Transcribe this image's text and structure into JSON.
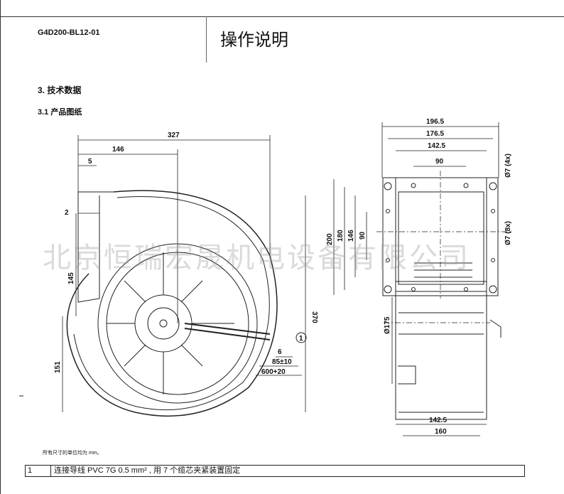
{
  "header": {
    "model": "G4D200-BL12-01",
    "title": "操作说明"
  },
  "sections": {
    "s3": "3. 技术数据",
    "s31": "3.1 产品图纸"
  },
  "drawing_left": {
    "d327": "327",
    "d146": "146",
    "d5": "5",
    "d2": "2",
    "d145": "145",
    "d151": "151",
    "d370": "370",
    "d6": "6",
    "d85": "85±10",
    "d600": "600+20",
    "callout": "1"
  },
  "drawing_right": {
    "d196_5": "196.5",
    "d176_5": "176.5",
    "d142_5_top": "142.5",
    "d90_top": "90",
    "d200": "200",
    "d180": "180",
    "d146": "146",
    "d90_side": "90",
    "hole4": "Ø7 (4x)",
    "hole8": "Ø7 (8x)",
    "d175": "Ø175",
    "d142_5_bot": "142.5",
    "d160": "160"
  },
  "watermark": "北京恒瑞宏晟机电设备有限公司",
  "note": "所有尺寸的单位均为 mm。",
  "table": [
    {
      "num": "1",
      "desc": "连接导线 PVC 7G 0.5 mm² , 用 7 个缆芯夹紧装置固定"
    }
  ]
}
